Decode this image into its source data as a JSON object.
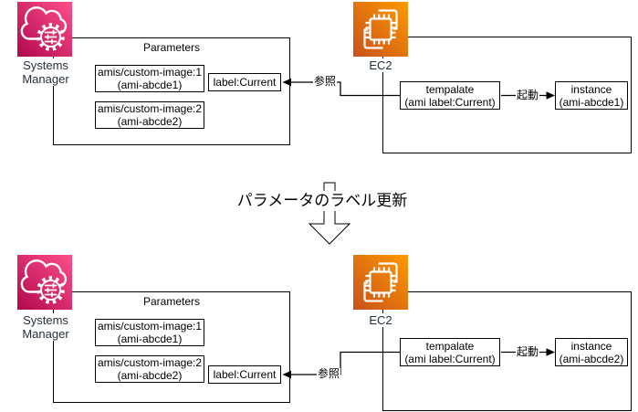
{
  "transition": {
    "label": "パラメータのラベル更新"
  },
  "colors": {
    "systems_manager_gradient": [
      "#B0084D",
      "#FF4F8B"
    ],
    "ec2_gradient": [
      "#C8511B",
      "#FF9900"
    ],
    "line": "#000000",
    "icon_label_text": "#232F3E"
  },
  "icons": {
    "systems_manager": "cloud-gear-sliders-icon",
    "ec2": "chip-icon"
  },
  "top_diagram": {
    "systems_manager": {
      "label": "Systems Manager"
    },
    "parameters": {
      "title": "Parameters",
      "entries": [
        {
          "line1": "amis/custom-image:1",
          "line2": "(ami-abcde1)"
        },
        {
          "line1": "amis/custom-image:2",
          "line2": "(ami-abcde2)"
        }
      ],
      "label_badge": "label:Current"
    },
    "ec2": {
      "label": "EC2",
      "template": {
        "line1": "tempalate",
        "line2": "(ami label:Current)"
      },
      "instance": {
        "line1": "instance",
        "line2": "(ami-abcde1)"
      },
      "launch_edge_label": "起動",
      "reference_edge_label": "参照"
    }
  },
  "bottom_diagram": {
    "systems_manager": {
      "label": "Systems Manager"
    },
    "parameters": {
      "title": "Parameters",
      "entries": [
        {
          "line1": "amis/custom-image:1",
          "line2": "(ami-abcde1)"
        },
        {
          "line1": "amis/custom-image:2",
          "line2": "(ami-abcde2)"
        }
      ],
      "label_badge": "label:Current"
    },
    "ec2": {
      "label": "EC2",
      "template": {
        "line1": "tempalate",
        "line2": "(ami label:Current)"
      },
      "instance": {
        "line1": "instance",
        "line2": "(ami-abcde2)"
      },
      "launch_edge_label": "起動",
      "reference_edge_label": "参照"
    }
  }
}
